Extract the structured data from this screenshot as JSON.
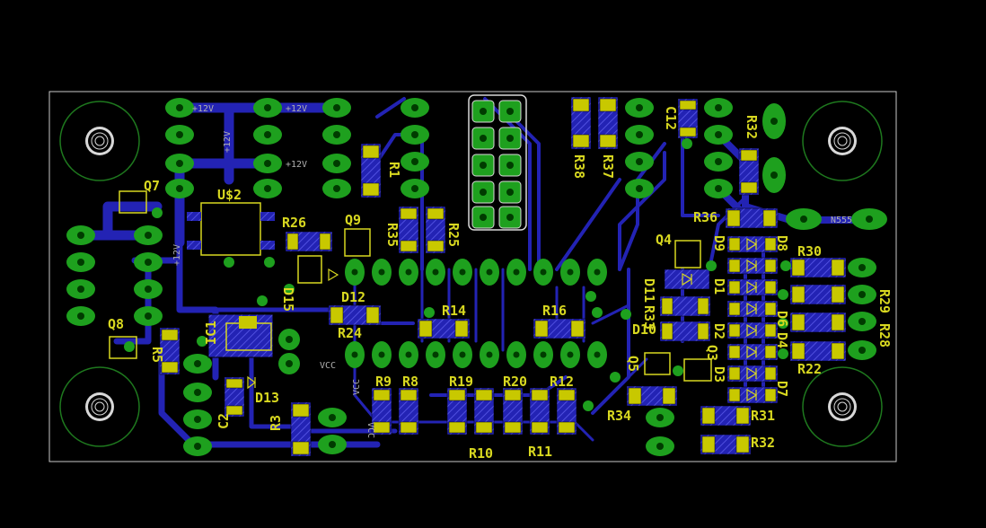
{
  "board": {
    "colors": {
      "background": "#000000",
      "outline": "#c8c8c8",
      "trace": "#2323b4",
      "trace_hatch": "#5050e0",
      "pad": "#1ea01e",
      "pad_hole": "#003c00",
      "smd_pad": "#c8c800",
      "silkscreen": "#d8d820",
      "mount_ring": "#1e781e"
    },
    "net_labels": {
      "v12_a": "+12V",
      "v12_b": "+12V",
      "v12_c": "+12V",
      "v12_d": "+12V",
      "v12_e": "+12V",
      "vcc_a": "VCC",
      "vcc_b": "VCC",
      "vcc_c": "VCC",
      "n555": "N555"
    },
    "refs": {
      "u82": "U$2",
      "q7": "Q7",
      "q8": "Q8",
      "q9": "Q9",
      "q4": "Q4",
      "q3": "Q3",
      "q5": "Q5",
      "r1": "R1",
      "r3": "R3",
      "r8": "R8",
      "r9": "R9",
      "r10": "R10",
      "r11": "R11",
      "r12": "R12",
      "r14": "R14",
      "r16": "R16",
      "r19": "R19",
      "r20": "R20",
      "r22": "R22",
      "r24": "R24",
      "r25": "R25",
      "r26": "R26",
      "r28": "R28",
      "r29": "R29",
      "r30": "R30",
      "r31": "R31",
      "r32": "R32",
      "r33": "R33",
      "r34": "R34",
      "r35": "R35",
      "r36": "R36",
      "r37": "R37",
      "r38": "R38",
      "c2": "C2",
      "c12": "C12",
      "d1": "D1",
      "d2": "D2",
      "d3": "D3",
      "d4": "D4",
      "d6": "D6",
      "d7": "D7",
      "d8": "D8",
      "d9": "D9",
      "d10": "D10",
      "d11": "D11",
      "d12": "D12",
      "d13": "D13",
      "d15": "D15",
      "ic1": "IC1",
      "r5": "R5"
    }
  }
}
